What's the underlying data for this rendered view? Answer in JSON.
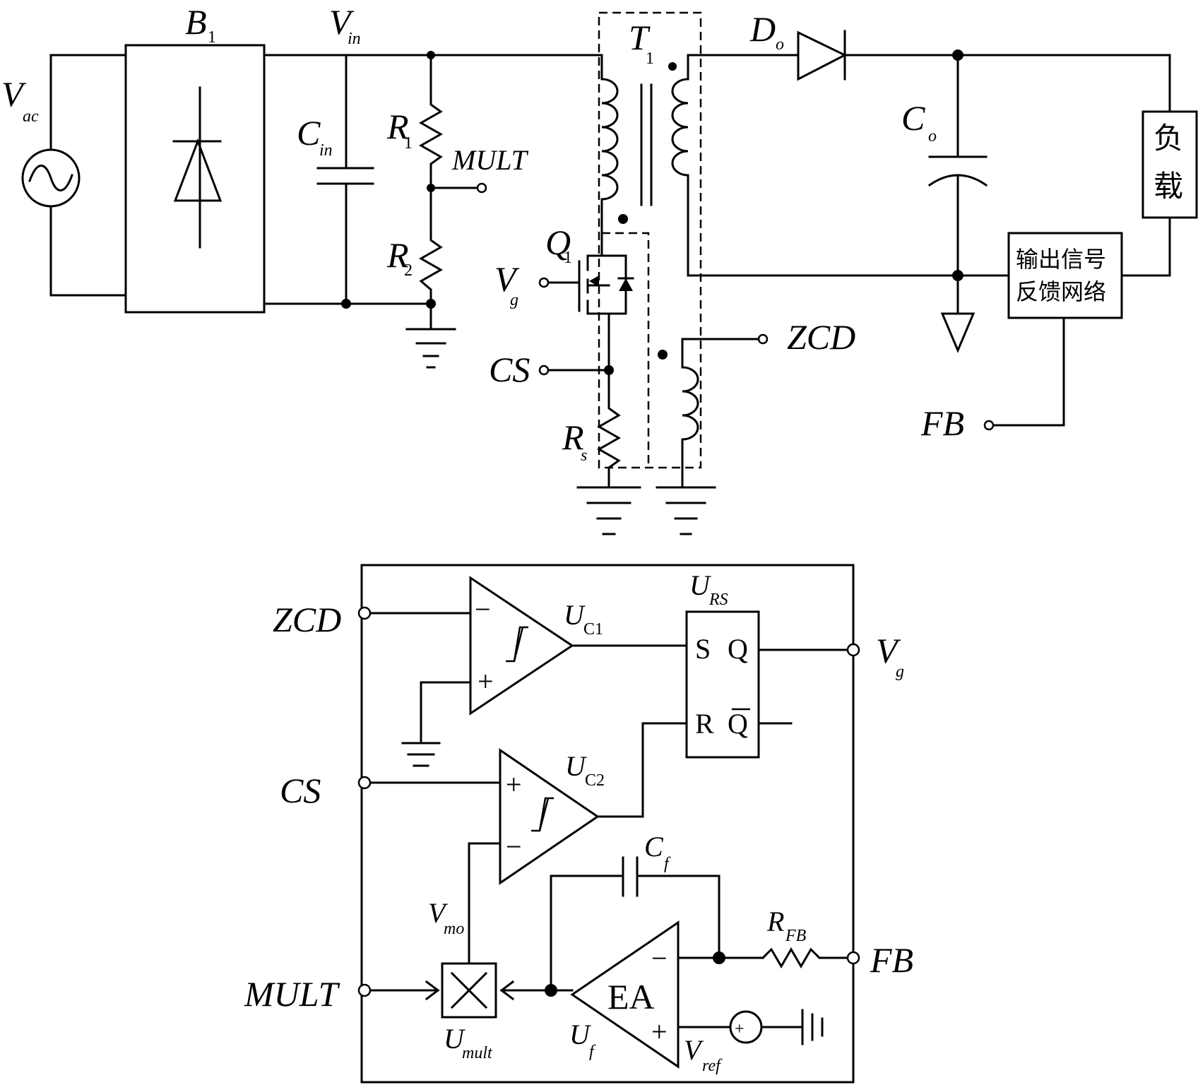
{
  "labels": {
    "vac": "V",
    "vac_sub": "ac",
    "b1": "B",
    "b1_sub": "1",
    "vin": "V",
    "vin_sub": "in",
    "cin": "C",
    "cin_sub": "in",
    "r1": "R",
    "r1_sub": "1",
    "r2": "R",
    "r2_sub": "2",
    "mult_top": "MULT",
    "t1": "T",
    "t1_sub": "1",
    "do": "D",
    "do_sub": "o",
    "co": "C",
    "co_sub": "o",
    "load_1": "负",
    "load_2": "载",
    "fb_net_1": "输出信号",
    "fb_net_2": "反馈网络",
    "q1": "Q",
    "q1_sub": "1",
    "vg_top": "V",
    "vg_top_sub": "g",
    "cs_top": "CS",
    "zcd_top": "ZCD",
    "rs": "R",
    "rs_sub": "s",
    "fb_top": "FB",
    "zcd_ic": "ZCD",
    "cs_ic": "CS",
    "mult_ic": "MULT",
    "uc1": "U",
    "uc1_sub": "C1",
    "uc2": "U",
    "uc2_sub": "C2",
    "urs": "U",
    "urs_sub": "RS",
    "s_pin": "S",
    "q_pin": "Q",
    "r_pin": "R",
    "qbar_pin": "Q",
    "vg_ic": "V",
    "vg_ic_sub": "g",
    "cf": "C",
    "cf_sub": "f",
    "rfb": "R",
    "rfb_sub": "FB",
    "fb_ic": "FB",
    "vmo": "V",
    "vmo_sub": "mo",
    "umult": "U",
    "umult_sub": "mult",
    "uf": "U",
    "uf_sub": "f",
    "ea": "EA",
    "vref": "V",
    "vref_sub": "ref",
    "minus": "−",
    "plus": "+"
  }
}
